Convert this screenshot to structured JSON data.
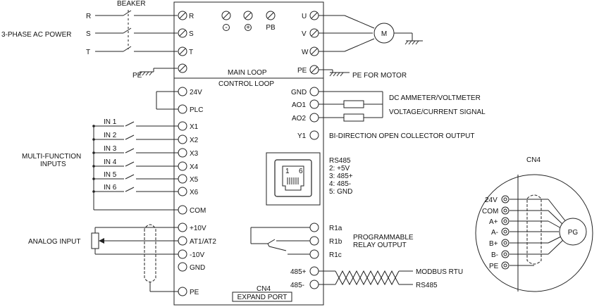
{
  "power": {
    "breaker_label": "BEAKER",
    "ac_power_label": "3-PHASE AC POWER",
    "phases": [
      "R",
      "S",
      "T"
    ],
    "pe_label": "PE",
    "terminals_in": [
      "R",
      "S",
      "T"
    ],
    "terminals_out": [
      "U",
      "V",
      "W"
    ],
    "bus_terminals": [
      "-",
      "+",
      "PB"
    ],
    "motor_label": "M",
    "pe_motor_label": "PE FOR MOTOR",
    "pe_terminal": "PE",
    "main_loop": "MAIN LOOP",
    "control_loop": "CONTROL LOOP"
  },
  "inputs": {
    "group_label_1": "MULTI-FUNCTION",
    "group_label_2": "INPUTS",
    "switches": [
      "IN 1",
      "IN 2",
      "IN 3",
      "IN 4",
      "IN 5",
      "IN 6"
    ],
    "terminals": [
      "X1",
      "X2",
      "X3",
      "X4",
      "X5",
      "X6"
    ],
    "t24v": "24V",
    "tplc": "PLC",
    "tcom": "COM"
  },
  "analog": {
    "label": "ANALOG INPUT",
    "terminals": [
      "+10V",
      "AT1/AT2",
      "-10V",
      "GND",
      "PE"
    ]
  },
  "outputs": {
    "gnd": "GND",
    "ao1": "AO1",
    "ao2": "AO2",
    "y1": "Y1",
    "meter_label": "DC AMMETER/VOLTMETER",
    "signal_label": "VOLTAGE/CURRENT SIGNAL",
    "y1_label": "BI-DIRECTION OPEN COLLECTOR OUTPUT"
  },
  "rs485": {
    "title": "RS485",
    "pins": [
      "2: +5V",
      "3: 485+",
      "4: 485-",
      "5: GND"
    ],
    "pin_left": "1",
    "pin_right": "6"
  },
  "relay": {
    "terminals": [
      "R1a",
      "R1b",
      "R1c"
    ],
    "label_1": "PROGRAMMABLE",
    "label_2": "RELAY OUTPUT"
  },
  "modbus": {
    "plus": "485+",
    "minus": "485-",
    "label_1": "MODBUS RTU",
    "label_2": "RS485"
  },
  "expand": {
    "cn4": "CN4",
    "port": "EXPAND PORT"
  },
  "encoder": {
    "title": "CN4",
    "pins": [
      "24V",
      "COM",
      "A+",
      "A-",
      "B+",
      "B-",
      "PE"
    ],
    "device": "PG"
  }
}
